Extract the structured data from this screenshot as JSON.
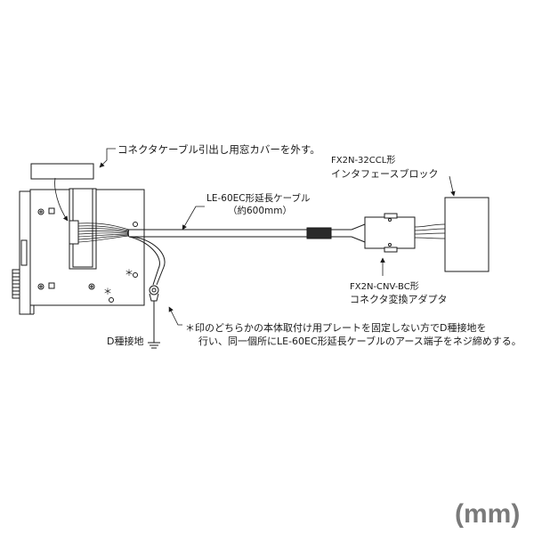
{
  "labels": {
    "cover_note": "コネクタケーブル引出し用窓カバーを外す。",
    "block_model": "FX2N-32CCL形",
    "block_name": "インタフェースブロック",
    "cable_model": "LE-60EC形延長ケーブル",
    "cable_length": "（約600mm）",
    "adapter_model": "FX2N-CNV-BC形",
    "adapter_name": "コネクタ変換アダプタ",
    "note_line1": "＊印のどちらかの本体取付け用プレートを固定しない方でD種接地を",
    "note_line2": "行い、同一個所にLE-60EC形延長ケーブルのアース端子をネジ締めする。",
    "ground_label": "D種接地",
    "asterisk": "＊",
    "unit": "(mm)"
  },
  "colors": {
    "line": "#1a1a1a",
    "unit_text": "#7a7a7a",
    "sleeve": "#2a2a2a"
  },
  "icons": {
    "ground": "ground-symbol-icon",
    "arrow": "arrow-head-icon"
  }
}
